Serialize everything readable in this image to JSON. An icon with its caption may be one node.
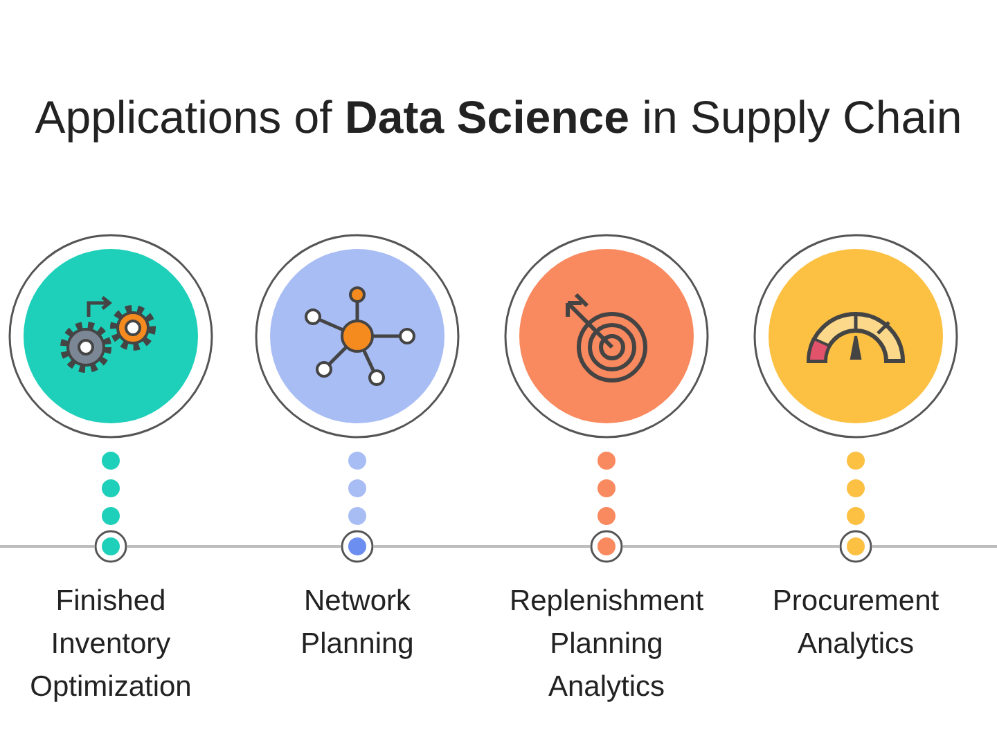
{
  "diagram": {
    "title": "Applications of **Data Science** in Supply Chain",
    "nodes": [
      {
        "text": [],
        "shape": "circle"
      },
      {
        "text": [],
        "shape": "circle"
      },
      {
        "text": [],
        "shape": "circle"
      },
      {
        "text": [],
        "shape": "circle"
      },
      {
        "text": [],
        "shape": "circle",
        "beside": [
          "Finished Inventory Optimization"
        ]
      },
      {
        "text": [],
        "shape": "circle",
        "beside": [
          "Network Planning"
        ]
      },
      {
        "text": [],
        "shape": "circle",
        "beside": [
          "Replenishment Planning Analytics"
        ]
      },
      {
        "text": [],
        "shape": "circle",
        "beside": [
          "Procurement Analytics"
        ]
      }
    ],
    "edges": [
      {
        "from": 0,
        "to": 4,
        "arrow": "none",
        "style": "dashed",
        "color": "#1ecfb9"
      },
      {
        "from": 1,
        "to": 5,
        "arrow": "none",
        "style": "dashed",
        "color": "#a9bdf5"
      },
      {
        "from": 2,
        "to": 6,
        "arrow": "none",
        "style": "dashed",
        "color": "#f9895e"
      },
      {
        "from": 3,
        "to": 7,
        "arrow": "none",
        "style": "dashed",
        "color": "#fcc043"
      },
      {
        "from": null,
        "to": 4,
        "arrow": "none"
      },
      {
        "from": 4,
        "to": 5,
        "arrow": "none"
      },
      {
        "from": 5,
        "to": 6,
        "arrow": "none"
      },
      {
        "from": 6,
        "to": 7,
        "arrow": "none"
      },
      {
        "from": 7,
        "to": null,
        "arrow": "none"
      }
    ]
  }
}
